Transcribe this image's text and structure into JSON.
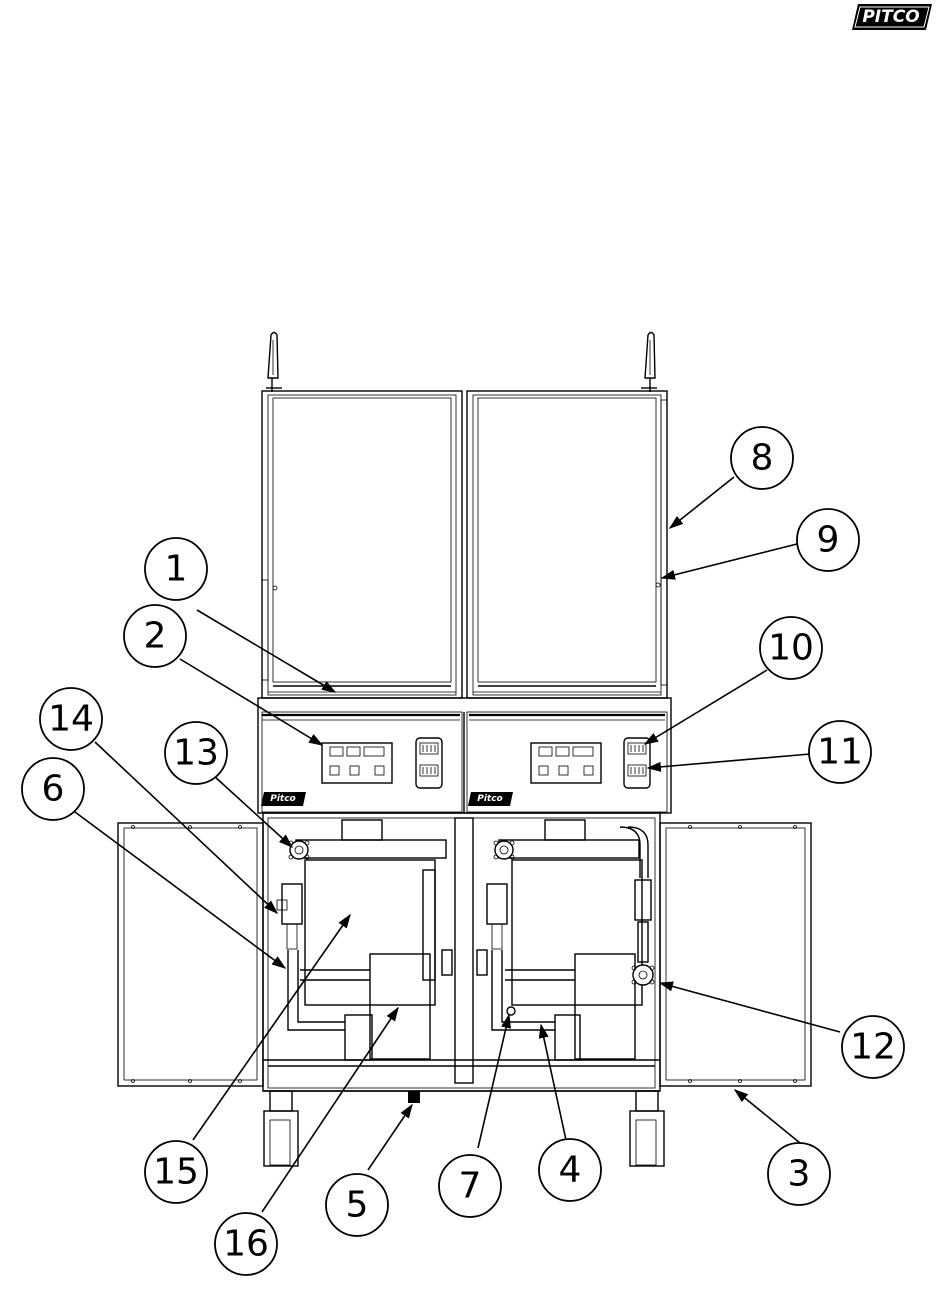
{
  "brand": {
    "name": "PITCO",
    "panel_logo": "Pitco"
  },
  "callouts": [
    {
      "id": "1",
      "label": "1"
    },
    {
      "id": "2",
      "label": "2"
    },
    {
      "id": "3",
      "label": "3"
    },
    {
      "id": "4",
      "label": "4"
    },
    {
      "id": "5",
      "label": "5"
    },
    {
      "id": "6",
      "label": "6"
    },
    {
      "id": "7",
      "label": "7"
    },
    {
      "id": "8",
      "label": "8"
    },
    {
      "id": "9",
      "label": "9"
    },
    {
      "id": "10",
      "label": "10"
    },
    {
      "id": "11",
      "label": "11"
    },
    {
      "id": "12",
      "label": "12"
    },
    {
      "id": "13",
      "label": "13"
    },
    {
      "id": "14",
      "label": "14"
    },
    {
      "id": "15",
      "label": "15"
    },
    {
      "id": "16",
      "label": "16"
    }
  ]
}
